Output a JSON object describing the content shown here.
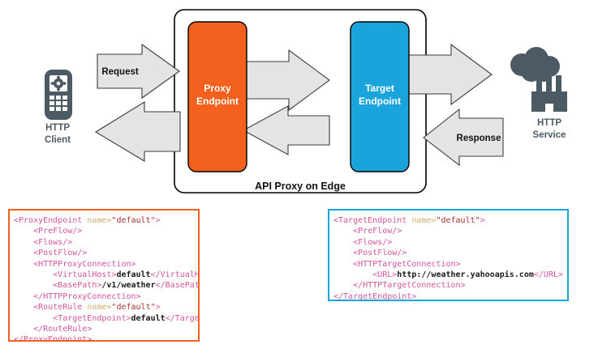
{
  "diagram": {
    "title": "API Proxy on Edge",
    "container_label": "API Proxy on Edge",
    "nodes": {
      "client": {
        "label_line1": "HTTP",
        "label_line2": "Client",
        "icon": "mobile-phone-gear-icon",
        "color": "#4C5B63"
      },
      "proxy_endpoint": {
        "label_line1": "Proxy",
        "label_line2": "Endpoint",
        "color": "#F4601E",
        "text_color": "#FFFFFF"
      },
      "target_endpoint": {
        "label_line1": "Target",
        "label_line2": "Endpoint",
        "color": "#1BA3DC",
        "text_color": "#FFFFFF"
      },
      "service": {
        "label_line1": "HTTP",
        "label_line2": "Service",
        "icon": "cloud-factory-icon",
        "color": "#4C5B63"
      }
    },
    "arrows": {
      "request": {
        "label": "Request",
        "direction": "right",
        "fill": "#E4E4E4"
      },
      "proxy_to_target": {
        "label": "",
        "direction": "right",
        "fill": "#E4E4E4"
      },
      "target_to_service": {
        "label": "",
        "direction": "right",
        "fill": "#E4E4E4"
      },
      "response": {
        "label": "Response",
        "direction": "left",
        "fill": "#E4E4E4"
      },
      "target_to_proxy": {
        "label": "",
        "direction": "left",
        "fill": "#E4E4E4"
      },
      "proxy_to_client": {
        "label": "",
        "direction": "left",
        "fill": "#E4E4E4"
      }
    }
  },
  "code_panels": {
    "proxy": {
      "border_color": "#F4601E",
      "lines": [
        [
          {
            "t": "tag",
            "s": "<ProxyEndpoint "
          },
          {
            "t": "attr",
            "s": "name="
          },
          {
            "t": "val",
            "s": "\"default\""
          },
          {
            "t": "tag",
            "s": ">"
          }
        ],
        [
          {
            "t": "tag",
            "s": "    <PreFlow/>"
          }
        ],
        [
          {
            "t": "tag",
            "s": "    <Flows/>"
          }
        ],
        [
          {
            "t": "tag",
            "s": "    <PostFlow/>"
          }
        ],
        [
          {
            "t": "tag",
            "s": "    <HTTPProxyConnection>"
          }
        ],
        [
          {
            "t": "tag",
            "s": "        <VirtualHost>"
          },
          {
            "t": "txt",
            "s": "default"
          },
          {
            "t": "tag",
            "s": "</VirtualHost>"
          }
        ],
        [
          {
            "t": "tag",
            "s": "        <BasePath>"
          },
          {
            "t": "txt",
            "s": "/v1/weather"
          },
          {
            "t": "tag",
            "s": "</BasePath>"
          }
        ],
        [
          {
            "t": "tag",
            "s": "    </HTTPProxyConnection>"
          }
        ],
        [
          {
            "t": "tag",
            "s": "    <RouteRule "
          },
          {
            "t": "attr",
            "s": "name="
          },
          {
            "t": "val",
            "s": "\"default\""
          },
          {
            "t": "tag",
            "s": ">"
          }
        ],
        [
          {
            "t": "tag",
            "s": "        <TargetEndpoint>"
          },
          {
            "t": "txt",
            "s": "default"
          },
          {
            "t": "tag",
            "s": "</TargetEndpoint>"
          }
        ],
        [
          {
            "t": "tag",
            "s": "    </RouteRule>"
          }
        ],
        [
          {
            "t": "tag",
            "s": "</ProxyEndpoint>"
          }
        ]
      ]
    },
    "target": {
      "border_color": "#1BA3DC",
      "lines": [
        [
          {
            "t": "tag",
            "s": "<TargetEndpoint "
          },
          {
            "t": "attr",
            "s": "name="
          },
          {
            "t": "val",
            "s": "\"default\""
          },
          {
            "t": "tag",
            "s": ">"
          }
        ],
        [
          {
            "t": "tag",
            "s": "    <PreFlow/>"
          }
        ],
        [
          {
            "t": "tag",
            "s": "    <Flows/>"
          }
        ],
        [
          {
            "t": "tag",
            "s": "    <PostFlow/>"
          }
        ],
        [
          {
            "t": "tag",
            "s": "    <HTTPTargetConnection>"
          }
        ],
        [
          {
            "t": "tag",
            "s": "        <URL>"
          },
          {
            "t": "txt",
            "s": "http://weather.yahooapis.com"
          },
          {
            "t": "tag",
            "s": "</URL>"
          }
        ],
        [
          {
            "t": "tag",
            "s": "    </HTTPTargetConnection>"
          }
        ],
        [
          {
            "t": "tag",
            "s": "</TargetEndpoint>"
          }
        ]
      ]
    }
  }
}
